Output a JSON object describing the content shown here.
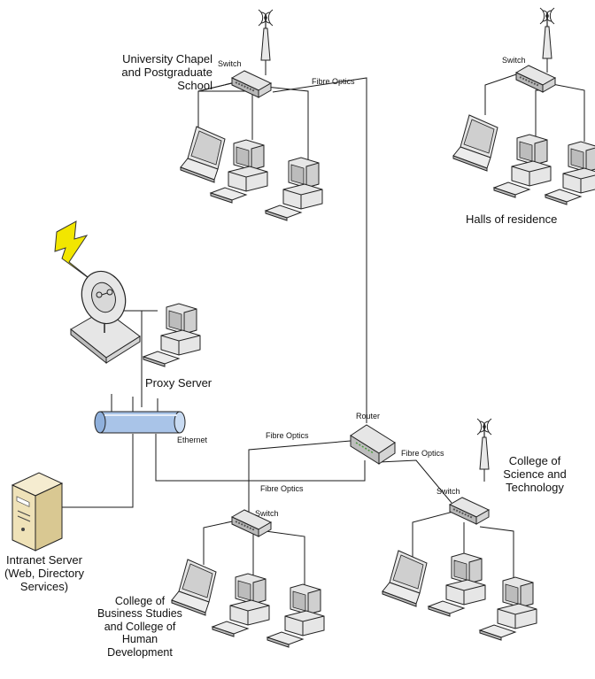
{
  "labels": {
    "chapel": "University Chapel\nand Postgraduate\nSchool",
    "halls": "Halls of residence",
    "proxy": "Proxy Server",
    "intranet": "Intranet Server\n(Web, Directory\nServices)",
    "science": "College of\nScience and\nTechnology",
    "business": "College of\nBusiness Studies\nand College of\nHuman\nDevelopment",
    "router": "Router",
    "ethernet": "Ethernet",
    "switch": "Switch",
    "fibre": "Fibre Optics"
  },
  "colors": {
    "line": "#1a1a1a",
    "bolt_fill": "#f2e600",
    "backbone_fill": "#a9c4e8",
    "device_fill": "#e6e6e6",
    "screen_fill": "#c8c8c8",
    "server_fill": "#efe2b8"
  },
  "icons": [
    "antenna-icon",
    "switch-icon",
    "laptop-icon",
    "desktop-pc-icon",
    "satellite-dish-icon",
    "lightning-icon",
    "router-icon",
    "server-tower-icon",
    "ethernet-backbone-icon"
  ]
}
